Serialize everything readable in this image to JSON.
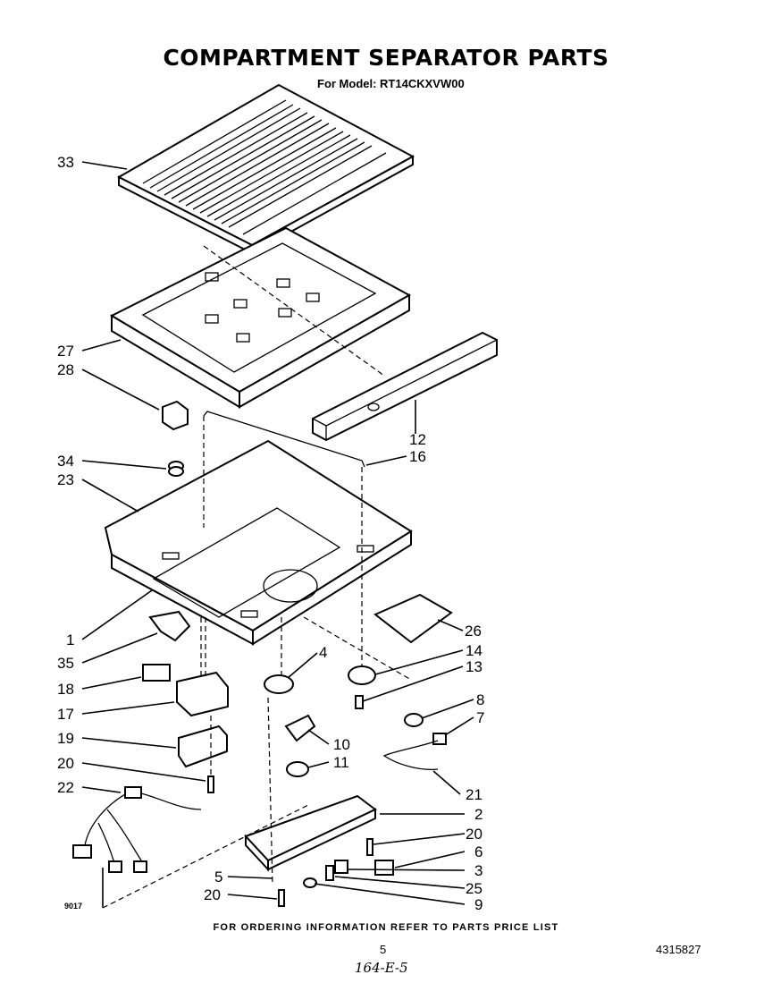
{
  "header": {
    "title": "COMPARTMENT SEPARATOR PARTS",
    "model_line": "For Model: RT14CKXVW00"
  },
  "callouts": [
    "33",
    "27",
    "28",
    "12",
    "16",
    "34",
    "23",
    "1",
    "26",
    "35",
    "4",
    "14",
    "13",
    "18",
    "17",
    "8",
    "7",
    "19",
    "10",
    "11",
    "20",
    "21",
    "22",
    "2",
    "20",
    "6",
    "5",
    "3",
    "25",
    "20",
    "9"
  ],
  "footer": {
    "ordering_note": "FOR ORDERING INFORMATION REFER TO PARTS PRICE LIST",
    "page_number": "5",
    "part_number": "4315827",
    "figure_code": "9017",
    "handwritten_note": "164-E-5"
  }
}
